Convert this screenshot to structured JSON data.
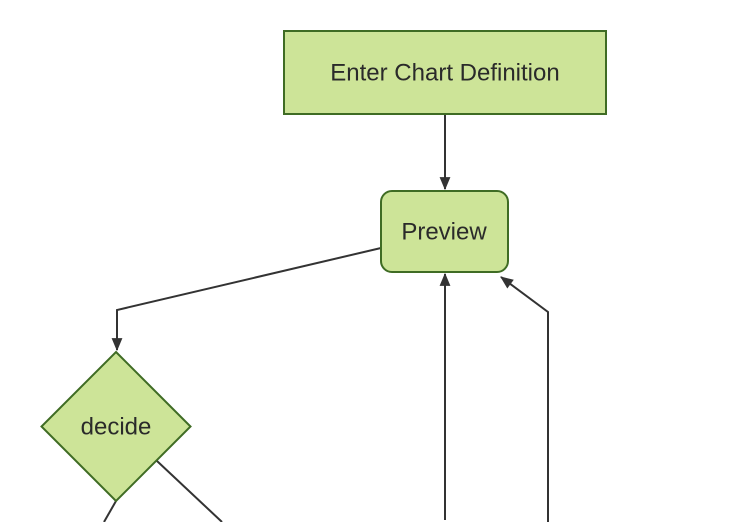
{
  "diagram": {
    "type": "flowchart",
    "theme": "forest",
    "background_color": "#ffffff",
    "colors": {
      "node_fill": "#cde498",
      "node_border": "#3f6c24",
      "edge_line": "#333333",
      "label_text": "#2a2a2a"
    },
    "nodes": [
      {
        "id": "enter-chart-definition",
        "shape": "rectangle",
        "label": "Enter Chart Definition"
      },
      {
        "id": "preview",
        "shape": "rounded-rectangle",
        "label": "Preview"
      },
      {
        "id": "decide",
        "shape": "diamond",
        "label": "decide"
      }
    ],
    "edges": [
      {
        "from": "enter-chart-definition",
        "to": "preview",
        "arrowhead": true
      },
      {
        "from": "preview",
        "to": "decide",
        "arrowhead": true
      },
      {
        "from": "offscreen-bottom-1",
        "to": "preview",
        "arrowhead": true
      },
      {
        "from": "offscreen-bottom-2",
        "to": "preview",
        "arrowhead": true
      },
      {
        "from": "decide",
        "to": "offscreen-bottom-left",
        "arrowhead": false
      },
      {
        "from": "decide",
        "to": "offscreen-bottom-right",
        "arrowhead": false
      }
    ]
  }
}
